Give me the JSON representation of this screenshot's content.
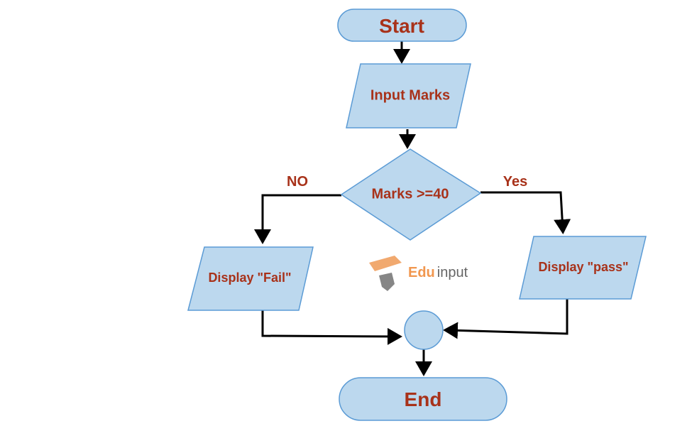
{
  "flowchart": {
    "start": "Start",
    "input": "Input Marks",
    "decision": "Marks >=40",
    "branch_no": "NO",
    "branch_yes": "Yes",
    "fail": "Display \"Fail\"",
    "pass": "Display \"pass\"",
    "end": "End"
  },
  "watermark": {
    "brand_part1": "Edu",
    "brand_part2": "input"
  },
  "colors": {
    "shape_fill": "#bcd8ee",
    "shape_stroke": "#5b9bd5",
    "text": "#a8321a",
    "arrow": "#000000"
  }
}
